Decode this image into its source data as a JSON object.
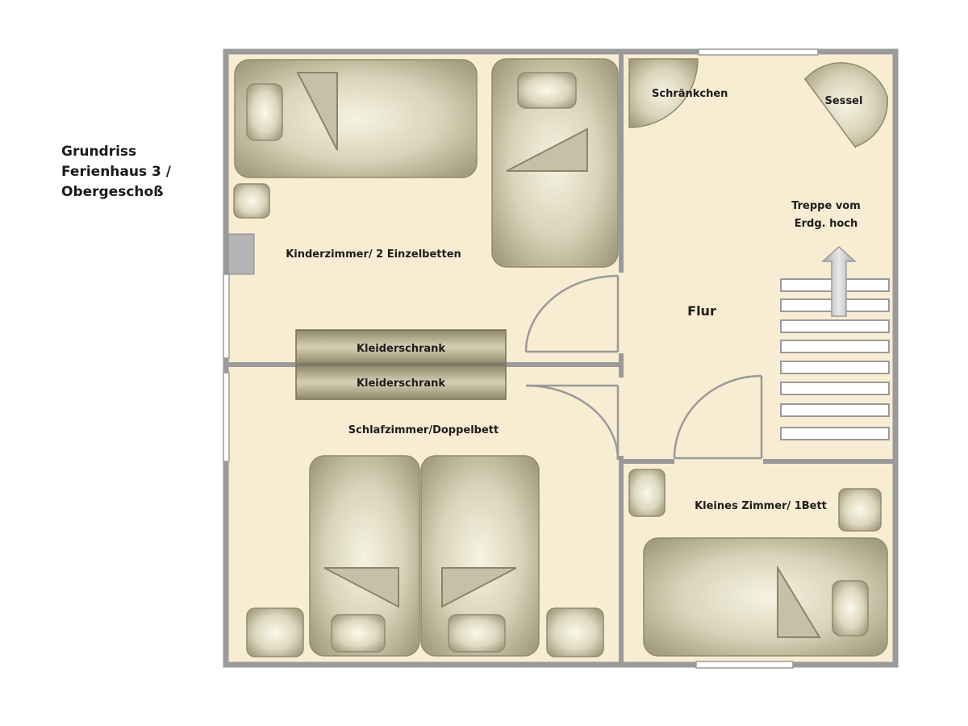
{
  "title": {
    "line1": "Grundriss",
    "line2": "Ferienhaus 3 /",
    "line3": "Obergeschoß"
  },
  "rooms": {
    "kinderzimmer": "Kinderzimmer/ 2 Einzelbetten",
    "schlafzimmer": "Schlafzimmer/Doppelbett",
    "flur": "Flur",
    "kleines_zimmer": "Kleines Zimmer/ 1Bett"
  },
  "furniture": {
    "wardrobe_upper": "Kleiderschrank",
    "wardrobe_lower": "Kleiderschrank",
    "cabinet": "Schränkchen",
    "armchair": "Sessel"
  },
  "stairs": {
    "line1": "Treppe vom",
    "line2": "Erdg. hoch"
  },
  "colors": {
    "floor": "#f8ecd2",
    "wall": "#9a9a9a",
    "furniture_dark": "#b5b095",
    "furniture_light": "#f4f0dc"
  }
}
